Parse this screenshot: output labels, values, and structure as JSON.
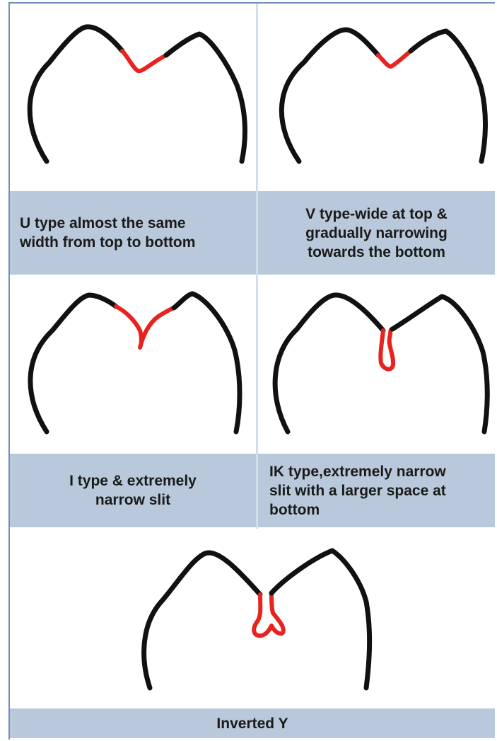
{
  "colors": {
    "caption_band": "#b9c8da",
    "outline": "#111111",
    "highlight": "#e8231f",
    "border": "#6d8fb8"
  },
  "panels": [
    {
      "label": "U type almost the same\nwidth from top to bottom"
    },
    {
      "label": "V type-wide at top &\ngradually narrowing\ntowards the bottom"
    },
    {
      "label": "I type & extremely\nnarrow slit"
    },
    {
      "label": "IK type,extremely narrow\nslit with a larger space at\nbottom"
    },
    {
      "label": "Inverted Y"
    }
  ]
}
